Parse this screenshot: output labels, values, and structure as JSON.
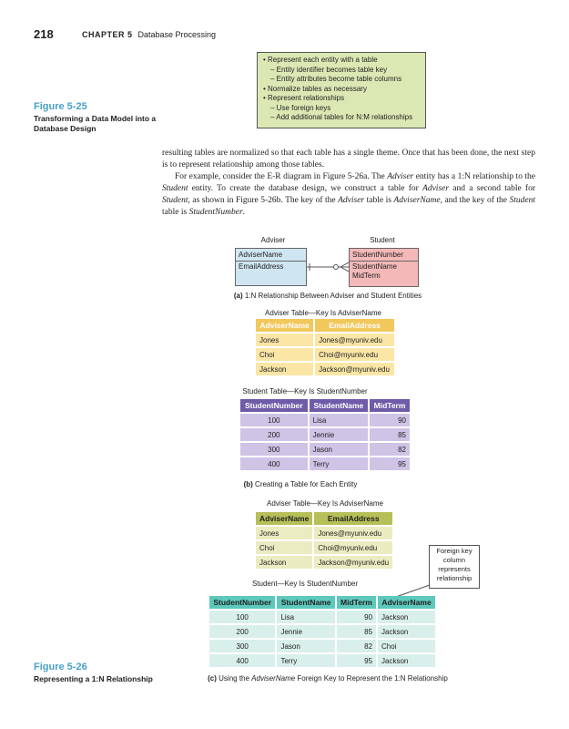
{
  "header": {
    "page_number": "218",
    "chapter": "CHAPTER 5",
    "chapter_title": "Database Processing"
  },
  "figure_25": {
    "title": "Figure 5-25",
    "caption": "Transforming a Data Model into a Database Design",
    "bullets": [
      {
        "text": "•  Represent each entity with a table",
        "sub": false
      },
      {
        "text": "– Entity identifier becomes table key",
        "sub": true
      },
      {
        "text": "– Entity attributes become table columns",
        "sub": true
      },
      {
        "text": "•  Normalize tables as necessary",
        "sub": false
      },
      {
        "text": "•  Represent relationships",
        "sub": false
      },
      {
        "text": "– Use foreign keys",
        "sub": true
      },
      {
        "text": "– Add additional tables for N:M relationships",
        "sub": true
      }
    ]
  },
  "body": {
    "p1": "resulting tables are normalized so that each table has a single theme. Once that has been done, the next step is to represent relationship among those tables.",
    "p2_a": "For example, consider the E-R diagram in Figure 5-26a. The ",
    "p2_b": "Adviser",
    "p2_c": " entity has a 1:N relationship to the ",
    "p2_d": "Student",
    "p2_e": " entity. To create the database design, we construct a table for ",
    "p2_f": "Adviser",
    "p2_g": " and a second table for ",
    "p2_h": "Student",
    "p2_i": ", as shown in Figure 5-26b. The key of the ",
    "p2_j": "Adviser",
    "p2_k": " table is ",
    "p2_l": "AdviserName",
    "p2_m": ", and the key of the ",
    "p2_n": "Student",
    "p2_o": " table is ",
    "p2_p": "StudentNumber",
    "p2_q": "."
  },
  "er": {
    "adviser_label": "Adviser",
    "student_label": "Student",
    "adviser_key": "AdviserName",
    "adviser_attrs": [
      "EmailAddress"
    ],
    "student_key": "StudentNumber",
    "student_attrs": [
      "StudentName",
      "MidTerm"
    ],
    "caption_a": "(a)",
    "caption": " 1:N Relationship Between Adviser and Student Entities"
  },
  "b": {
    "adviser_title": "Adviser Table—Key Is AdviserName",
    "adviser_headers": [
      "AdviserName",
      "EmailAddress"
    ],
    "adviser_rows": [
      [
        "Jones",
        "Jones@myuniv.edu"
      ],
      [
        "Choi",
        "Choi@myuniv.edu"
      ],
      [
        "Jackson",
        "Jackson@myuniv.edu"
      ]
    ],
    "student_title": "Student Table—Key Is StudentNumber",
    "student_headers": [
      "StudentNumber",
      "StudentName",
      "MidTerm"
    ],
    "student_rows": [
      [
        "100",
        "Lisa",
        "90"
      ],
      [
        "200",
        "Jennie",
        "85"
      ],
      [
        "300",
        "Jason",
        "82"
      ],
      [
        "400",
        "Terry",
        "95"
      ]
    ],
    "caption_b": "(b)",
    "caption": " Creating a Table for Each Entity"
  },
  "c": {
    "adviser_title": "Adviser Table—Key Is AdviserName",
    "adviser_headers": [
      "AdviserName",
      "EmailAddress"
    ],
    "adviser_rows": [
      [
        "Jones",
        "Jones@myuniv.edu"
      ],
      [
        "Choi",
        "Choi@myuniv.edu"
      ],
      [
        "Jackson",
        "Jackson@myuniv.edu"
      ]
    ],
    "student_title": "Student—Key Is StudentNumber",
    "student_headers": [
      "StudentNumber",
      "StudentName",
      "MidTerm",
      "AdviserName"
    ],
    "student_rows": [
      [
        "100",
        "Lisa",
        "90",
        "Jackson"
      ],
      [
        "200",
        "Jennie",
        "85",
        "Jackson"
      ],
      [
        "300",
        "Jason",
        "82",
        "Choi"
      ],
      [
        "400",
        "Terry",
        "95",
        "Jackson"
      ]
    ],
    "callout": [
      "Foreign key",
      "column",
      "represents",
      "relationship"
    ],
    "caption_c": "(c)",
    "caption_pre": " Using the ",
    "caption_italic": "AdviserName",
    "caption_post": " Foreign Key to Represent the 1:N Relationship"
  },
  "figure_26": {
    "title": "Figure 5-26",
    "caption": "Representing a 1:N Relationship"
  },
  "colors": {
    "figure_title": "#4aa0c8",
    "bullet_box": "#dbe8b4",
    "adviser_entity": "#cfe6f2",
    "student_entity": "#f4b8b8",
    "b_adviser_header": "#f2c75c",
    "b_adviser_cell": "#fbe6a6",
    "b_student_header": "#6f5ba8",
    "b_student_cell": "#cfc3e6",
    "c_adviser_header": "#b6bf58",
    "c_adviser_cell": "#ececc2",
    "c_student_header": "#5ec8bd",
    "c_student_cell": "#d9efeb"
  }
}
